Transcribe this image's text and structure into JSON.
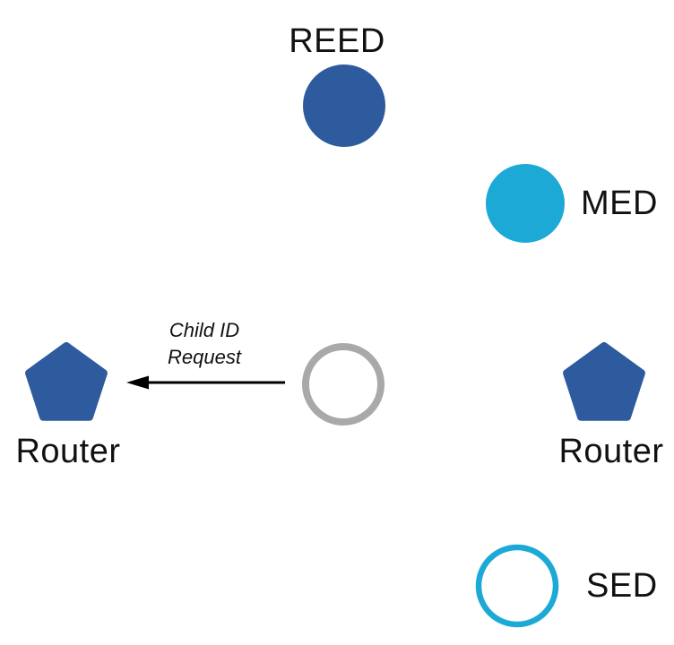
{
  "colors": {
    "router_blue": "#2E5B9E",
    "cyan": "#1CA9D6",
    "gray": "#A9A9A9",
    "black": "#000000",
    "white": "#FFFFFF"
  },
  "nodes": {
    "reed": {
      "label": "REED"
    },
    "med": {
      "label": "MED"
    },
    "router_left": {
      "label": "Router"
    },
    "router_right": {
      "label": "Router"
    },
    "sed": {
      "label": "SED"
    }
  },
  "message": {
    "line1": "Child ID",
    "line2": "Request"
  }
}
